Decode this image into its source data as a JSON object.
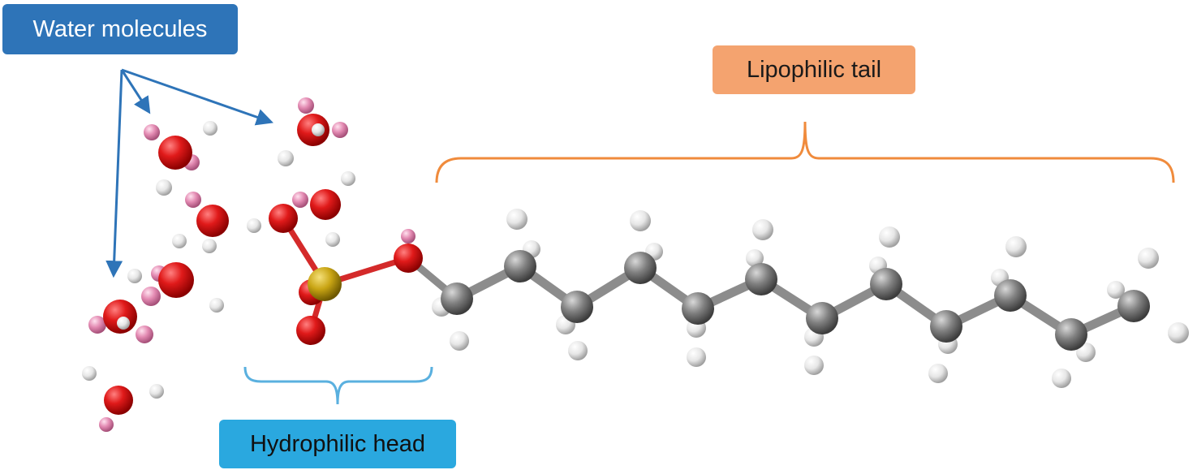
{
  "labels": {
    "water": "Water molecules",
    "tail": "Lipophilic tail",
    "head": "Hydrophilic head"
  },
  "colors": {
    "water_box": "#2e74b8",
    "tail_box": "#f4a36f",
    "head_box": "#2aa8df",
    "oxygen": "#e0161c",
    "hydrogen_water": "#e88ab4",
    "hydrogen": "#e8e8e8",
    "carbon": "#7f7f7f",
    "sulfur": "#c9a514",
    "tail_bracket": "#f08b3c",
    "head_bracket": "#5ab0df",
    "water_arrow": "#2e74b8"
  }
}
